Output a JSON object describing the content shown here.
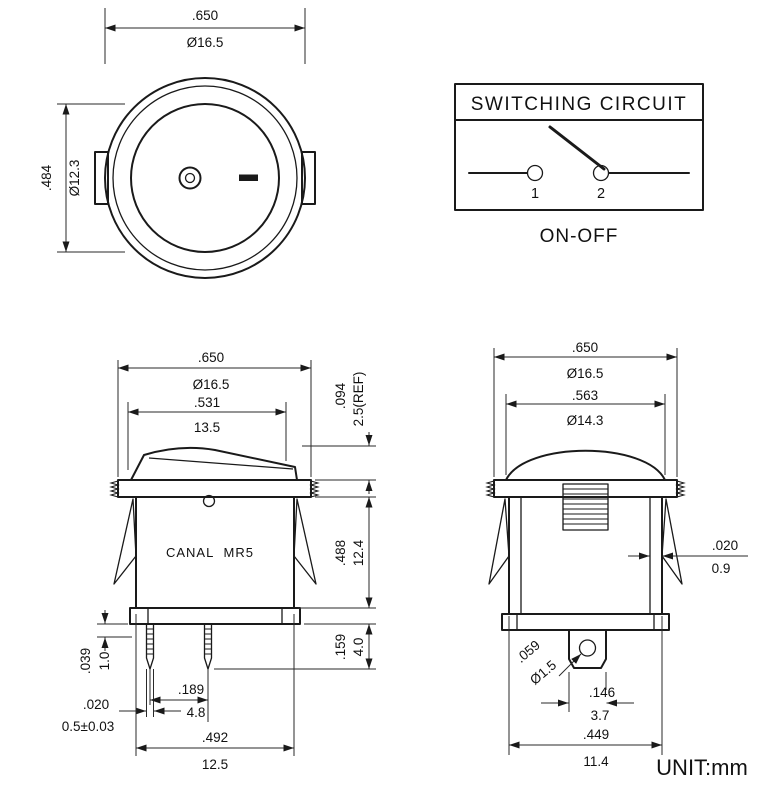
{
  "unit_label": "UNIT:mm",
  "front_view": {
    "w_in": ".650",
    "w_mm": "Ø16.5",
    "h_in": ".484",
    "h_mm": "Ø12.3"
  },
  "circuit": {
    "title": "SWITCHING CIRCUIT",
    "terminal_1": "1",
    "terminal_2": "2",
    "mode": "ON-OFF"
  },
  "side_view": {
    "w_in": ".650",
    "w_mm": "Ø16.5",
    "rocker_in": ".531",
    "rocker_mm": "13.5",
    "proj_in": ".094",
    "proj_mm": "2.5(REF)",
    "brand": "CANAL  MR5",
    "body_in": ".488",
    "body_mm": "12.4",
    "pin_len_in": ".159",
    "pin_len_mm": "4.0",
    "shoulder_in": ".039",
    "shoulder_mm": "1.0",
    "pin_th_in": ".020",
    "pin_th_mm": "0.5±0.03",
    "pitch_in": ".189",
    "pitch_mm": "4.8",
    "base_in": ".492",
    "base_mm": "12.5"
  },
  "rear_view": {
    "w_in": ".650",
    "w_mm": "Ø16.5",
    "dome_in": ".563",
    "dome_mm": "Ø14.3",
    "wall_in": ".020",
    "wall_mm": "0.9",
    "hole_in": ".059",
    "hole_mm": "Ø1.5",
    "tab_in": ".146",
    "tab_mm": "3.7",
    "base_in": ".449",
    "base_mm": "11.4"
  },
  "colors": {
    "line": "#1a1a1a",
    "background": "#ffffff"
  }
}
